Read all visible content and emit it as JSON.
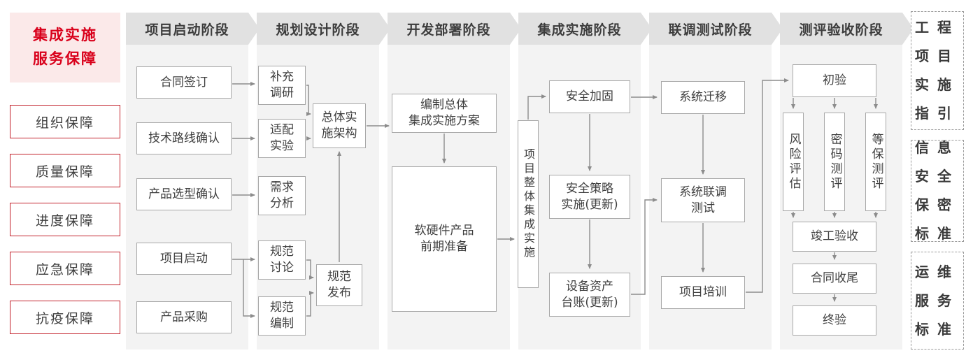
{
  "colors": {
    "accent_red": "#d9001b",
    "guarantee_border_red": "#c3232d",
    "title_pink_bg": "#fbe9e9",
    "phase_header_gray": "#e1e1e1",
    "column_panel_gray": "#f3f3f3",
    "box_border_gray": "#a8a8a8",
    "arrow_gray": "#8c8c8c"
  },
  "left_panel": {
    "title": "集成实施\n服务保障",
    "items": [
      "组织保障",
      "质量保障",
      "进度保障",
      "应急保障",
      "抗疫保障"
    ]
  },
  "columns": [
    {
      "header": "项目启动阶段",
      "boxes": [
        "合同签订",
        "技术路线确认",
        "产品选型确认",
        "项目启动",
        "产品采购"
      ]
    },
    {
      "header": "规划设计阶段",
      "boxes": [
        "补充\n调研",
        "适配\n实验",
        "需求\n分析",
        "规范\n讨论",
        "规范\n编制",
        "总体实\n施架构",
        "规范\n发布"
      ]
    },
    {
      "header": "开发部署阶段",
      "boxes": [
        "编制总体\n集成实施方案",
        "软硬件产品\n前期准备"
      ]
    },
    {
      "header": "集成实施阶段",
      "boxes": [
        "项目整体集成实施",
        "安全加固",
        "安全策略\n实施(更新)",
        "设备资产\n台账(更新)"
      ]
    },
    {
      "header": "联调测试阶段",
      "boxes": [
        "系统迁移",
        "系统联调\n测试",
        "项目培训"
      ]
    },
    {
      "header": "测评验收阶段",
      "boxes": [
        "初验",
        "风险评估",
        "密码测评",
        "等保测评",
        "竣工验收",
        "合同收尾",
        "终验"
      ]
    }
  ],
  "right_panel": {
    "boxes": [
      "工程\n项目\n实施\n指引",
      "信息\n安全\n保密\n标准",
      "运维\n服务\n标准"
    ]
  }
}
